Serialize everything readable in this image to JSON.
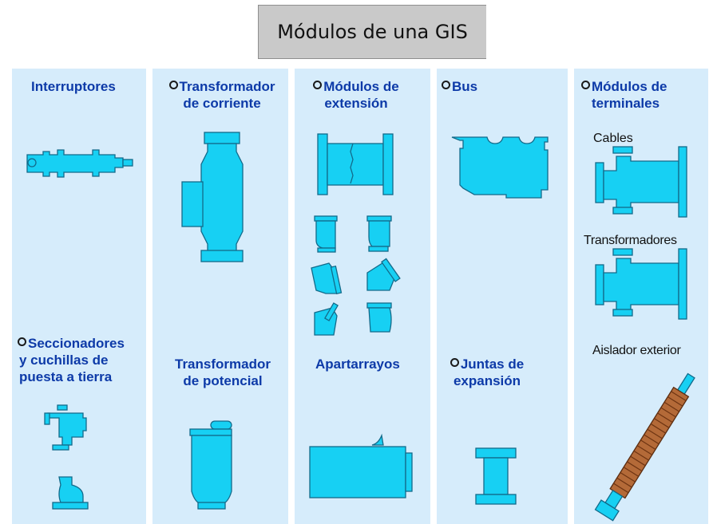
{
  "title": "Módulos de una GIS",
  "columns": [
    {
      "top_label": "Interruptores",
      "top_label_bullet": false,
      "bottom_label_lines": [
        "Seccionadores",
        "y cuchillas de",
        "puesta a tierra"
      ],
      "bottom_label_bullet": true
    },
    {
      "top_label_lines": [
        "Transformador",
        "de corriente"
      ],
      "top_label_bullet": true,
      "bottom_label_lines": [
        "Transformador",
        "de potencial"
      ],
      "bottom_label_bullet": false
    },
    {
      "top_label_lines": [
        "Módulos de",
        "extensión"
      ],
      "top_label_bullet": true,
      "bottom_label": "Apartarrayos",
      "bottom_label_bullet": false
    },
    {
      "top_label": "Bus",
      "top_label_bullet": true,
      "bottom_label_lines": [
        "Juntas de",
        "expansión"
      ],
      "bottom_label_bullet": true
    },
    {
      "top_label_lines": [
        "Módulos de",
        "terminales"
      ],
      "top_label_bullet": true,
      "sub_labels": [
        "Cables",
        "Transformadores",
        "Aislador exterior"
      ]
    }
  ],
  "colors": {
    "panel_bg": "#d6ecfb",
    "label_text": "#0d3aa8",
    "shape_fill": "#17d0f3",
    "shape_stroke": "#136a8a",
    "title_bg": "#c9c9c9"
  }
}
